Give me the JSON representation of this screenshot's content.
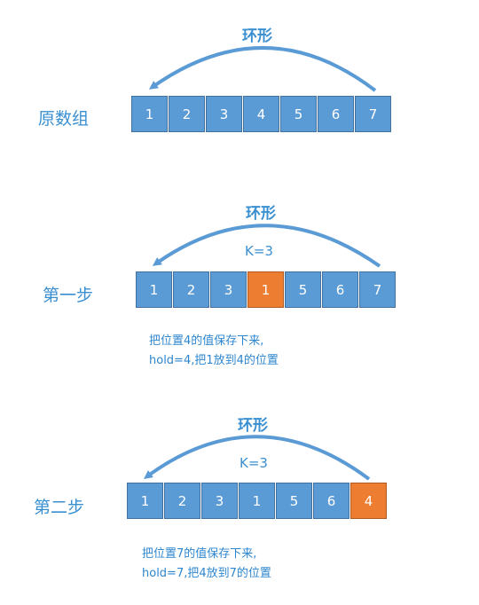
{
  "colors": {
    "cell": "#5b9bd5",
    "cell_border": "#41719c",
    "highlight": "#ed7d31",
    "text_blue": "#3a8fd1"
  },
  "original": {
    "title": "环形",
    "label": "原数组",
    "cells": [
      "1",
      "2",
      "3",
      "4",
      "5",
      "6",
      "7"
    ]
  },
  "step1": {
    "title": "环形",
    "k_label": "K=3",
    "label": "第一步",
    "cells": [
      "1",
      "2",
      "3",
      "1",
      "5",
      "6",
      "7"
    ],
    "highlight_index": 3,
    "note_lines": [
      "把位置4的值保存下来,",
      "hold=4,把1放到4的位置"
    ]
  },
  "step2": {
    "title": "环形",
    "k_label": "K=3",
    "label": "第二步",
    "cells": [
      "1",
      "2",
      "3",
      "1",
      "5",
      "6",
      "4"
    ],
    "highlight_index": 6,
    "note_lines": [
      "把位置7的值保存下来,",
      "hold=7,把4放到7的位置"
    ]
  },
  "arrow_icon": "curved-arrow-icon"
}
